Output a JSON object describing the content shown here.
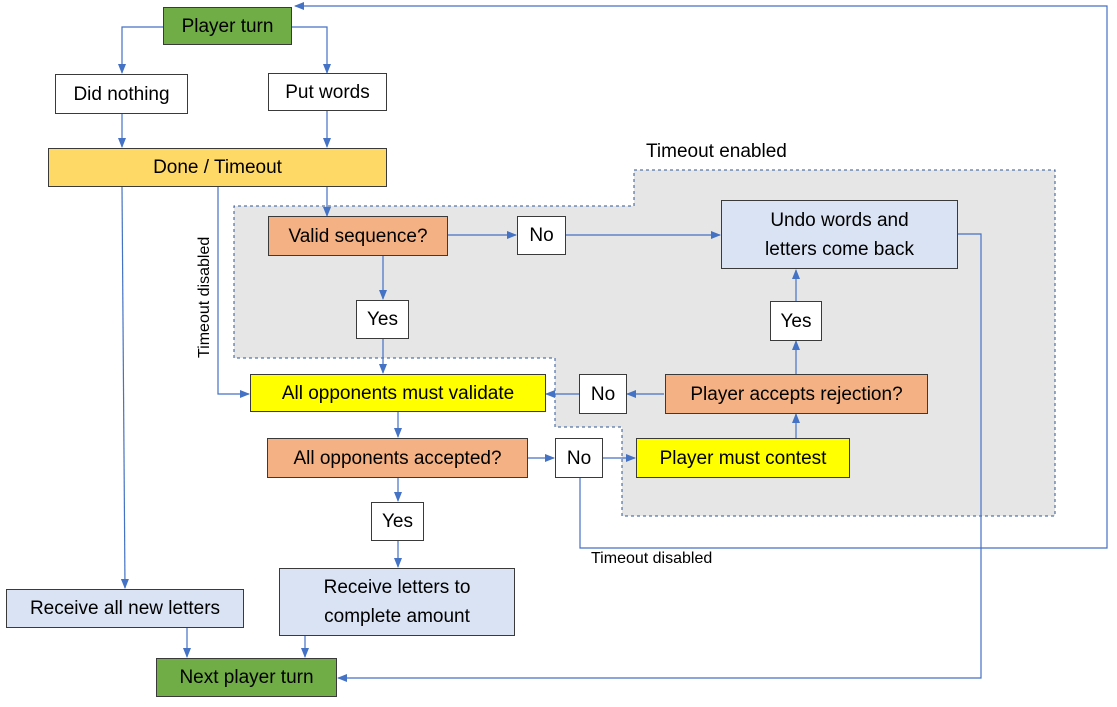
{
  "nodes": {
    "player_turn": "Player turn",
    "did_nothing": "Did nothing",
    "put_words": "Put words",
    "done_timeout": "Done / Timeout",
    "valid_sequence": "Valid sequence?",
    "no_1": "No",
    "undo_line1": "Undo words and",
    "undo_line2": "letters come back",
    "yes_1": "Yes",
    "yes_2": "Yes",
    "all_validate": "All opponents must validate",
    "no_2": "No",
    "accepts_rejection": "Player accepts rejection?",
    "all_accepted": "All opponents accepted?",
    "no_3": "No",
    "must_contest": "Player must contest",
    "yes_3": "Yes",
    "receive_all": "Receive all new letters",
    "receive_line1": "Receive letters to",
    "receive_line2": "complete amount",
    "next_turn": "Next player turn"
  },
  "labels": {
    "timeout_enabled": "Timeout enabled",
    "timeout_disabled_vertical": "Timeout disabled",
    "timeout_disabled_bottom": "Timeout disabled"
  },
  "colors": {
    "green": "#70ad47",
    "gold": "#ffd966",
    "salmon": "#f4b183",
    "yellow": "#ffff00",
    "light_blue": "#dae3f3",
    "region_fill": "#e7e6e6",
    "connector": "#4472c4"
  }
}
